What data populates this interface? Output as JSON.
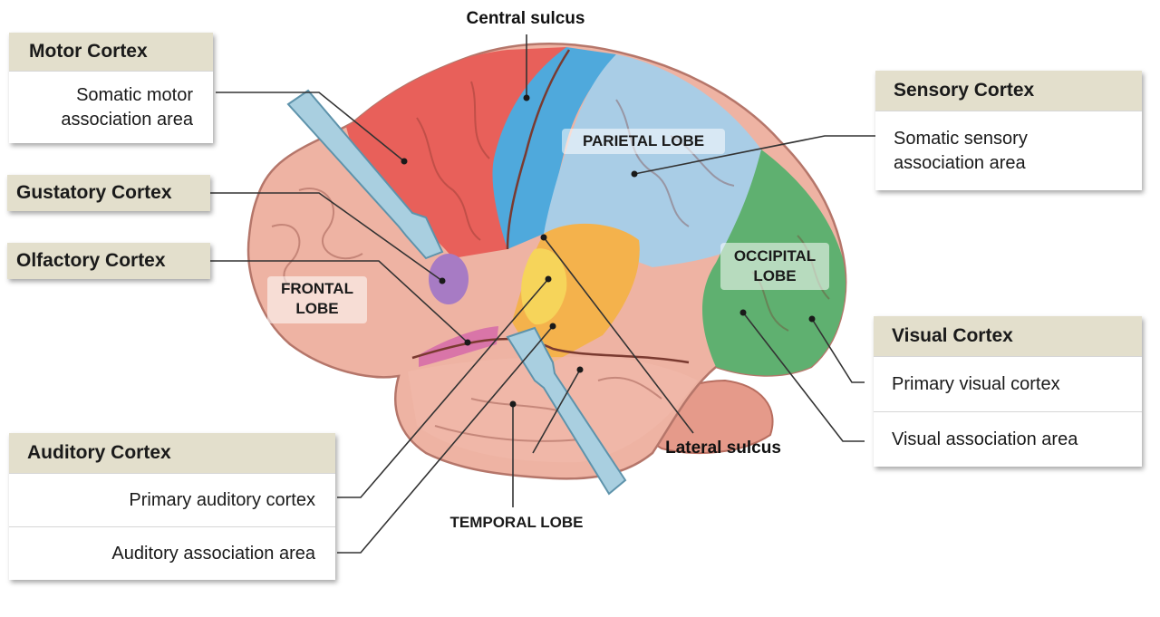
{
  "sulci": {
    "central": "Central sulcus",
    "lateral": "Lateral sulcus"
  },
  "lobes": {
    "frontal_line1": "FRONTAL",
    "frontal_line2": "LOBE",
    "parietal": "PARIETAL LOBE",
    "occipital_line1": "OCCIPITAL",
    "occipital_line2": "LOBE",
    "temporal": "TEMPORAL LOBE"
  },
  "motor": {
    "title": "Motor Cortex",
    "item_line1": "Somatic motor",
    "item_line2": "association area"
  },
  "gustatory": {
    "title": "Gustatory Cortex"
  },
  "olfactory": {
    "title": "Olfactory Cortex"
  },
  "sensory": {
    "title": "Sensory Cortex",
    "item_line1": "Somatic sensory",
    "item_line2": "association area"
  },
  "visual": {
    "title": "Visual Cortex",
    "items": [
      "Primary visual cortex",
      "Visual association area"
    ]
  },
  "auditory": {
    "title": "Auditory Cortex",
    "items": [
      "Primary auditory cortex",
      "Auditory association area"
    ]
  },
  "colors": {
    "motor": "#e8605a",
    "sensory_primary": "#4fa9dc",
    "sensory_assoc": "#a9cde6",
    "visual": "#5fb070",
    "auditory_primary": "#f6d45a",
    "auditory_assoc": "#f4b24c",
    "gustatory": "#a77bc4",
    "olfactory": "#d975a8",
    "brain_base": "#eeb3a3",
    "header_bg": "#e3dfcc"
  }
}
